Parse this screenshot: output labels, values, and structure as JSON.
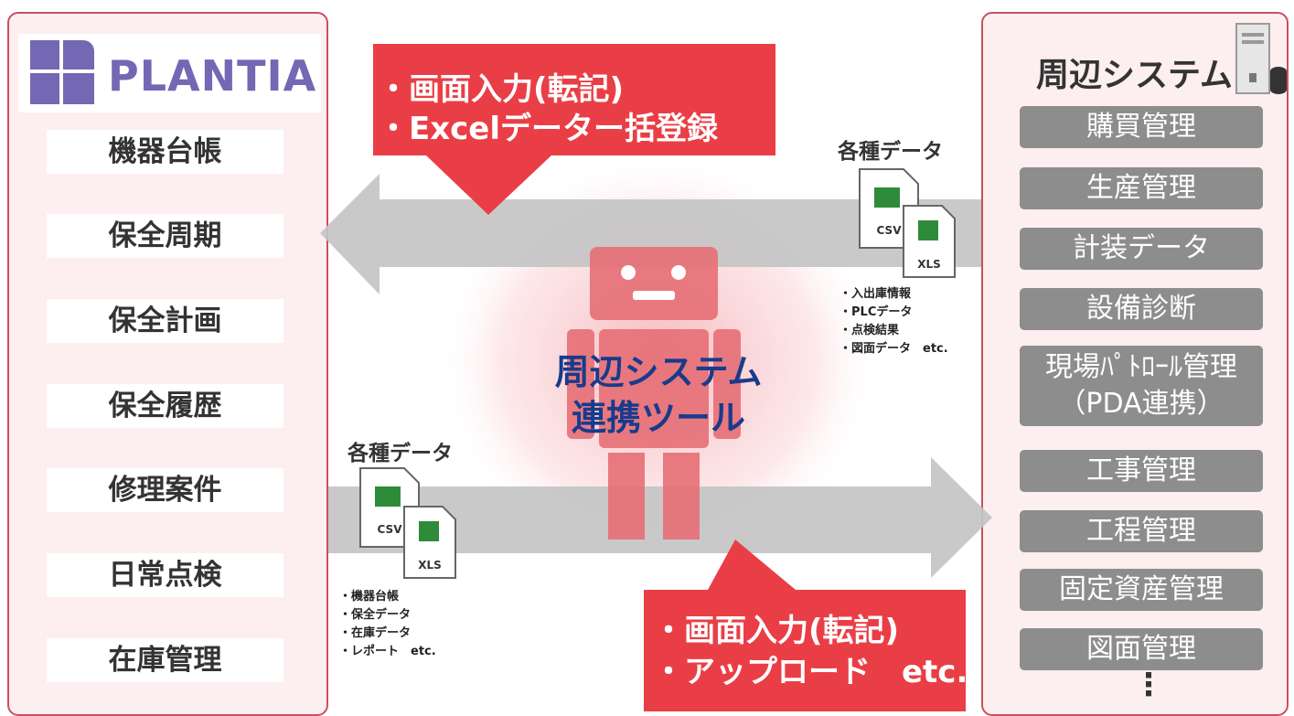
{
  "logo": {
    "text": "PLANTIA"
  },
  "modules": [
    "機器台帳",
    "保全周期",
    "保全計画",
    "保全履歴",
    "修理案件",
    "日常点検",
    "在庫管理"
  ],
  "center_label": [
    "周辺システム",
    "連携ツール"
  ],
  "top_callout": {
    "lines": [
      "・画面入力(転記)",
      "・Excelデーター括登録"
    ]
  },
  "bottom_callout": {
    "lines": [
      "・画面入力(転記)",
      "・アップロード　etc."
    ]
  },
  "right_data": {
    "label": "各種データ",
    "files": [
      "CSV",
      "XLS"
    ],
    "items": [
      "入出庫情報",
      "PLCデータ",
      "点検結果",
      "図面データ　etc."
    ]
  },
  "left_data": {
    "label": "各種データ",
    "files": [
      "CSV",
      "XLS"
    ],
    "items": [
      "機器台帳",
      "保全データ",
      "在庫データ",
      "レポート　etc."
    ]
  },
  "systems": {
    "title": "周辺システム",
    "items": [
      "購買管理",
      "生産管理",
      "計装データ",
      "設備診断",
      "現場ﾊﾟﾄﾛｰﾙ管理",
      "工事管理",
      "工程管理",
      "固定資産管理",
      "図面管理"
    ],
    "pda_line": "（PDA連携）",
    "more": "⋮"
  },
  "colors": {
    "panel_border": "#c8505e",
    "callout_red": "#ea3e46",
    "system_gray": "#8d8d8d",
    "arrow_gray": "#c4c4c4",
    "label_blue": "#183b8c",
    "logo_purple": "#7467b4"
  }
}
